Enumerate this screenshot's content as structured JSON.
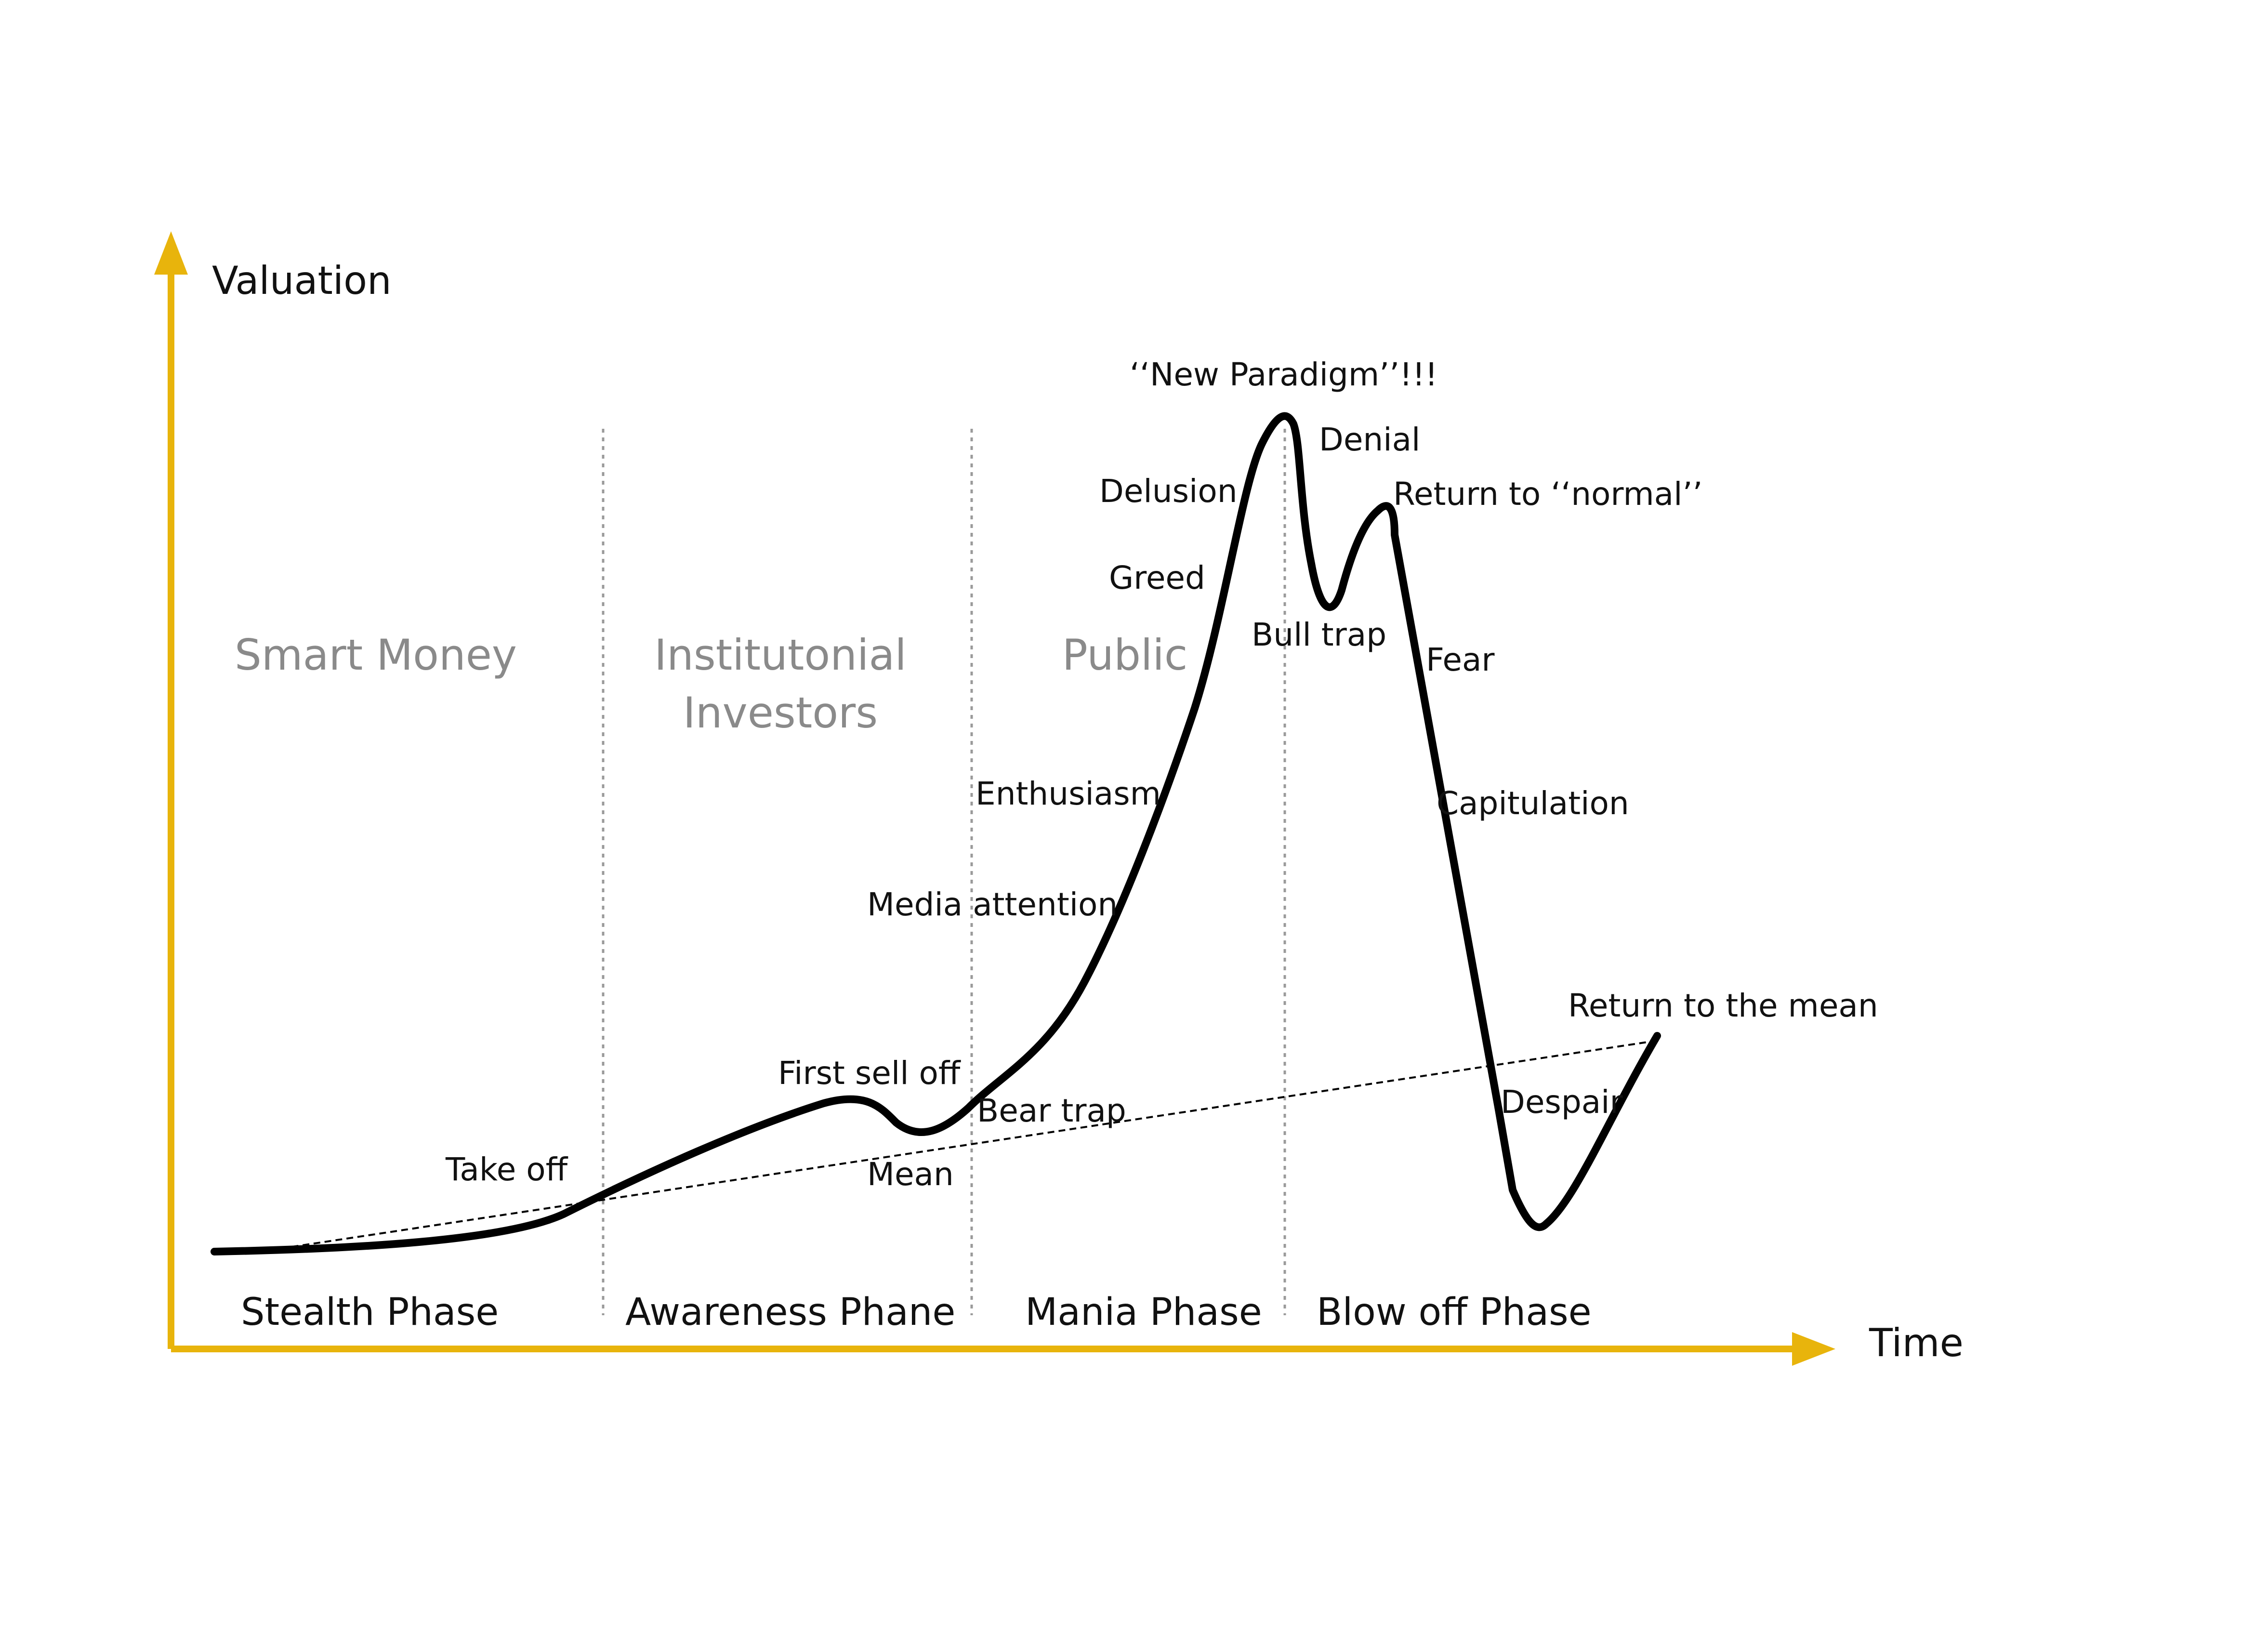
{
  "axes": {
    "y_label": "Valuation",
    "x_label": "Time",
    "color": "#E8B40C"
  },
  "groups": [
    {
      "lines": [
        "Smart Money"
      ]
    },
    {
      "lines": [
        "Institutonial",
        "Investors"
      ]
    },
    {
      "lines": [
        "Public"
      ]
    }
  ],
  "phases": [
    "Stealth Phase",
    "Awareness Phane",
    "Mania Phase",
    "Blow off Phase"
  ],
  "stages": [
    "Take off",
    "First sell off",
    "Bear trap",
    "Mean",
    "Media attention",
    "Enthusiasm",
    "Greed",
    "Delusion",
    "‘‘New Paradigm’’!!!",
    "Denial",
    "Return to ‘‘normal’’",
    "Bull trap",
    "Fear",
    "Capitulation",
    "Return to the mean",
    "Despair"
  ],
  "colors": {
    "curve": "#000000",
    "group_text": "#8a8a8a",
    "divider": "#9a9a9a"
  }
}
